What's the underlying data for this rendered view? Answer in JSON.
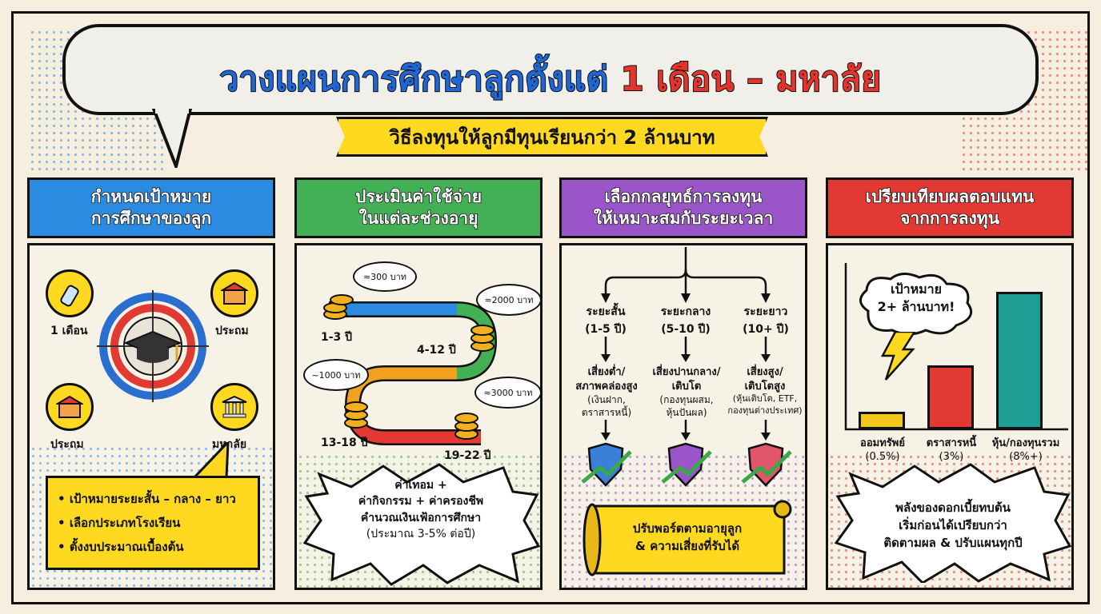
{
  "title": {
    "part1": "วางแผนการศึกษาลูกตั้งแต่ ",
    "part2": "1 เดือน – มหาลัย"
  },
  "subtitle": "วิธีลงทุนให้ลูกมีทุนเรียนกว่า 2 ล้านบาท",
  "columns": [
    {
      "head1": "กำหนดเป้าหมาย",
      "head2": "การศึกษาของลูก",
      "color": "#2a8be0"
    },
    {
      "head1": "ประเมินค่าใช้จ่าย",
      "head2": "ในแต่ละช่วงอายุ",
      "color": "#44b055"
    },
    {
      "head1": "เลือกกลยุทธ์การลงทุน",
      "head2": "ให้เหมาะสมกับระยะเวลา",
      "color": "#9a56c9"
    },
    {
      "head1": "เปรียบเทียบผลตอบแทน",
      "head2": "จากการลงทุน",
      "color": "#e23a33"
    }
  ],
  "goals": {
    "icon_labels": [
      "1 เดือน",
      "ประถม",
      "ประถม",
      "มหาลัย"
    ],
    "bullets": [
      "เป้าหมายระยะสั้น – กลาง – ยาว",
      "เลือกประเภทโรงเรียน",
      "ตั้งงบประมาณเบื้องต้น"
    ]
  },
  "costs": {
    "stages": [
      {
        "age": "1-3 ปี",
        "cost": "≈300 บาท"
      },
      {
        "age": "4-12 ปี",
        "cost": "≈2000 บาท"
      },
      {
        "age": "13-18 ปี",
        "cost": "~1000 บาท"
      },
      {
        "age": "19-22 ปี",
        "cost": "≈3000 บาท"
      }
    ],
    "burst": [
      "ค่าเทอม +",
      "ค่ากิจกรรม + ค่าครองชีพ",
      "คำนวณเงินเฟ้อการศึกษา",
      "(ประมาณ 3-5% ต่อปี)"
    ]
  },
  "strategy": {
    "terms": [
      {
        "name": "ระยะสั้น",
        "years": "(1-5 ปี)",
        "risk": "เสี่ยงต่ำ/",
        "risk2": "สภาพคล่องสูง",
        "detail": "(เงินฝาก,",
        "detail2": "ตราสารหนี้)"
      },
      {
        "name": "ระยะกลาง",
        "years": "(5-10 ปี)",
        "risk": "เสี่ยงปานกลาง/",
        "risk2": "เติบโต",
        "detail": "(กองทุนผสม,",
        "detail2": "หุ้นปันผล)"
      },
      {
        "name": "ระยะยาว",
        "years": "(10+ ปี)",
        "risk": "เสี่ยงสูง/",
        "risk2": "เติบโตสูง",
        "detail": "(หุ้นเติบโต, ETF,",
        "detail2": "กองทุนต่างประเทศ)"
      }
    ],
    "scroll1": "ปรับพอร์ตตามอายุลูก",
    "scroll2": "& ความเสี่ยงที่รับได้"
  },
  "returns": {
    "goal1": "เป้าหมาย",
    "goal2": "2+ ล้านบาท!",
    "bars": [
      {
        "label": "ออมทรัพย์",
        "rate": "(0.5%)",
        "color": "#f2c81c"
      },
      {
        "label": "ตราสารหนี้",
        "rate": "(3%)",
        "color": "#e23a33"
      },
      {
        "label": "หุ้น/กองทุนรวม",
        "rate": "(8%+)",
        "color": "#1e9e95"
      }
    ],
    "burst": [
      "พลังของดอกเบี้ยทบต้น",
      "เริ่มก่อนได้เปรียบกว่า",
      "ติดตามผล & ปรับแผนทุกปี"
    ]
  }
}
